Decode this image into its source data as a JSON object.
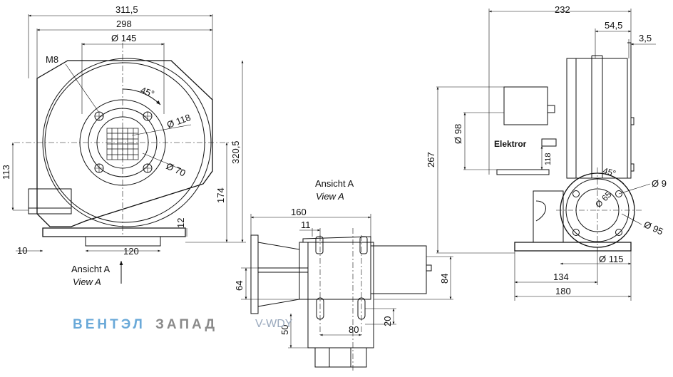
{
  "front_view": {
    "dims": {
      "overall_width": "311,5",
      "flange_width": "298",
      "bolt_circle": "Ø 145",
      "thread": "M8",
      "angle": "45°",
      "inner_diameter": "Ø 118",
      "outlet_diameter": "Ø 70",
      "height": "320,5",
      "left_height": "113",
      "right_height": "174",
      "base_thickness": "12",
      "base_width": "120",
      "left_offset": "10"
    },
    "view_label": {
      "de": "Ansicht A",
      "en": "View A"
    }
  },
  "view_a": {
    "title": {
      "de": "Ansicht A",
      "en": "View A"
    },
    "dims": {
      "width": "160",
      "offset": "11",
      "left_height": "64",
      "right_height": "84",
      "slot_spacing": "80",
      "slot_length": "20",
      "slot_height": "50"
    }
  },
  "side_view": {
    "dims": {
      "overall_depth": "232",
      "motor_offset": "54,5",
      "gap": "3,5",
      "height": "267",
      "motor_diameter": "Ø 98",
      "box_height": "118",
      "angle": "45°",
      "outlet_diameter": "Ø 65",
      "hole": "Ø 9",
      "flange_diameter": "Ø 95",
      "spigot": "Ø 115",
      "base_depth_a": "134",
      "base_depth_b": "180"
    },
    "nameplate": "Elektror"
  },
  "watermark": {
    "part1": "ВЕНТЭЛ",
    "part2": "ЗАПАД",
    "part3": "V-WDY"
  }
}
